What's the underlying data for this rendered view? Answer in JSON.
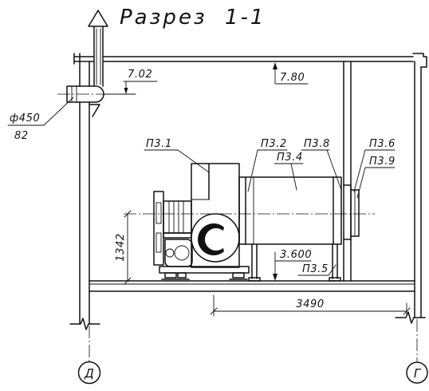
{
  "title": {
    "word": "Разрез",
    "number": "1-1"
  },
  "callouts": {
    "p3_1": "П3.1",
    "p3_2": "П3.2",
    "p3_8": "П3.8",
    "p3_4": "П3.4",
    "p3_6": "П3.6",
    "p3_9": "П3.9",
    "p3_5": "П3.5"
  },
  "levels": {
    "duct_axis": "7.02",
    "roof": "7.80",
    "floor": "3.600"
  },
  "dimensions": {
    "unit_height": "1342",
    "span": "3490"
  },
  "pipe_note": {
    "diameter": "ф450",
    "ref": "82"
  },
  "grid_axes": {
    "left": "Д",
    "right": "Г"
  },
  "colors": {
    "line": "#111111",
    "paper": "#ffffff"
  }
}
